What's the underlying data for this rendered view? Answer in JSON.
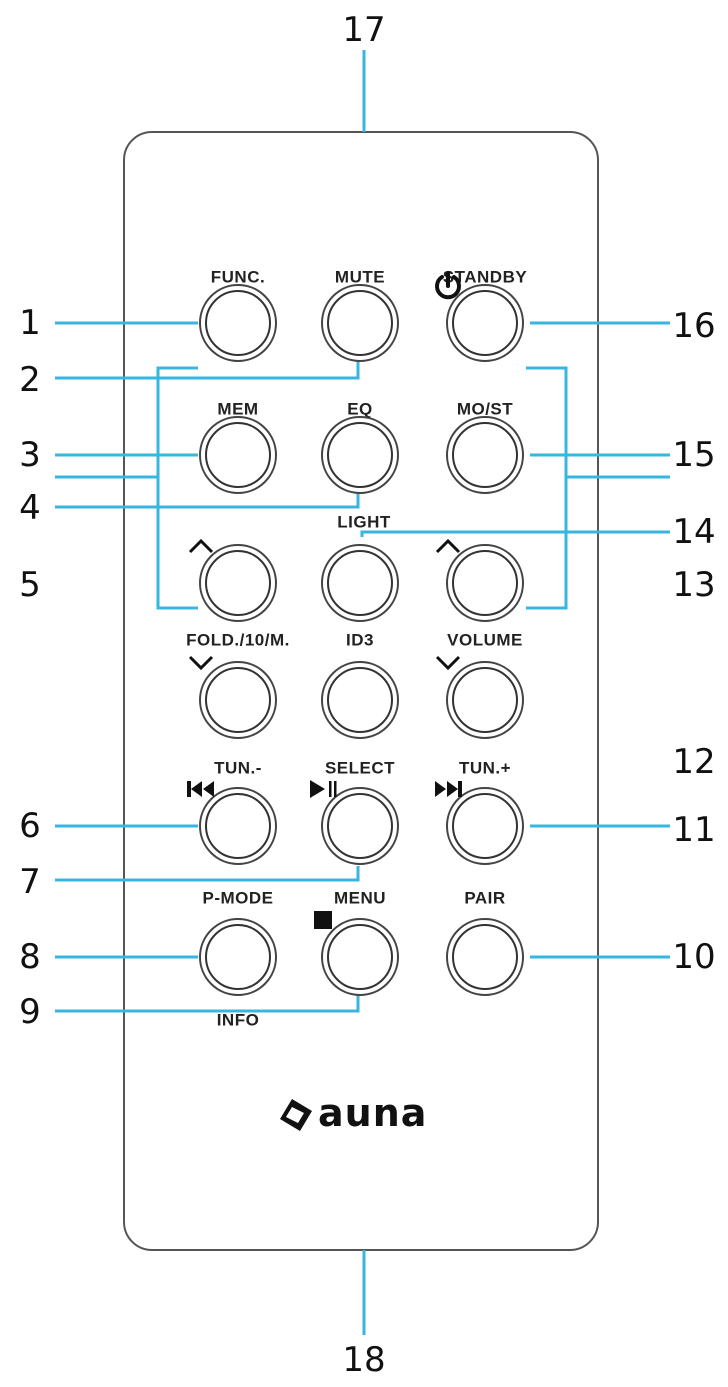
{
  "colors": {
    "leader": "#38b6e0",
    "outline": "#333333"
  },
  "buttons": {
    "func": {
      "label": "FUNC."
    },
    "mute": {
      "label": "MUTE"
    },
    "standby": {
      "label": "STANDBY",
      "icon": "power-icon"
    },
    "mem": {
      "label": "MEM"
    },
    "eq": {
      "label": "EQ"
    },
    "most": {
      "label": "MO/ST"
    },
    "light": {
      "label": "LIGHT"
    },
    "fold": {
      "label": "FOLD./10/M.",
      "up_icon": "chevron-up-icon",
      "down_icon": "chevron-down-icon"
    },
    "id3": {
      "label": "ID3"
    },
    "volume": {
      "label": "VOLUME",
      "up_icon": "chevron-up-icon",
      "down_icon": "chevron-down-icon"
    },
    "tun_minus": {
      "label": "TUN.-",
      "icon": "skip-back-icon"
    },
    "select": {
      "label": "SELECT",
      "icon": "play-pause-icon"
    },
    "tun_plus": {
      "label": "TUN.+",
      "icon": "skip-forward-icon"
    },
    "pmode": {
      "label": "P-MODE"
    },
    "menu": {
      "label": "MENU",
      "icon": "stop-icon"
    },
    "pair": {
      "label": "PAIR"
    },
    "info": {
      "label": "INFO"
    }
  },
  "callouts": {
    "c1": "1",
    "c2": "2",
    "c3": "3",
    "c4": "4",
    "c5": "5",
    "c6": "6",
    "c7": "7",
    "c8": "8",
    "c9": "9",
    "c10": "10",
    "c11": "11",
    "c12": "12",
    "c13": "13",
    "c14": "14",
    "c15": "15",
    "c16": "16",
    "c17": "17",
    "c18": "18"
  },
  "brand": {
    "name": "auna",
    "icon": "auna-logo-icon"
  }
}
